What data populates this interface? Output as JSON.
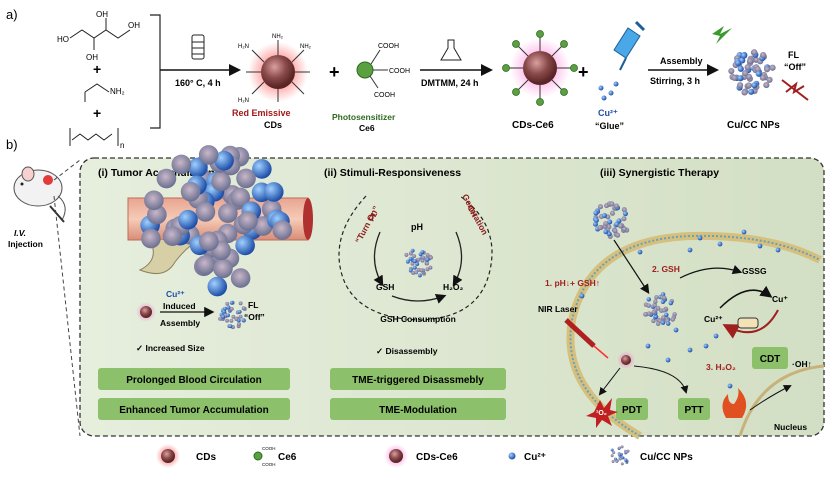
{
  "panel_a": {
    "label": "a)",
    "plus1": "+",
    "plus2": "+",
    "plus3": "+",
    "plus4": "+",
    "polymer_n": "n",
    "step1": "160° C, 4 h",
    "cds_label1": "Red Emissive",
    "cds_label2": "CDs",
    "ce6_label1": "Photosensitizer",
    "ce6_label2": "Ce6",
    "step2": "DMTMM, 24 h",
    "cds_ce6_label": "CDs-Ce6",
    "cu_label": "Cu²⁺",
    "glue_label": "“Glue”",
    "step3a": "Assembly",
    "step3b": "Stirring, 3 h",
    "nps_label": "Cu/CC NPs",
    "fl_label": "FL",
    "off_label": "“Off”",
    "chem_cooh1": "COOH",
    "chem_cooh2": "COOH",
    "chem_cooh3": "COOH",
    "chem_ho": "HO",
    "chem_oh": "OH",
    "chem_nh2": "NH₂",
    "chem_h2n": "H₂N"
  },
  "panel_b": {
    "label": "b)",
    "iv1": "I.V.",
    "iv2": "Injection",
    "sec1_title": "(i)  Tumor Accumulation",
    "sec2_title": "(ii)  Stimuli-Responsiveness",
    "sec3_title": "(iii)  Synergistic Therapy",
    "cu_induced": "Cu²⁺",
    "induced": "Induced",
    "assembly": "Assembly",
    "fl": "FL",
    "off": "“Off”",
    "increased_size": "✓ Increased Size",
    "box1": "Prolonged Blood Circulation",
    "box2": "Enhanced Tumor Accumulation",
    "ph": "pH",
    "turn_on": "“Turn On”",
    "fl_small": "FL",
    "oh_gen": "·OH",
    "generation": "Generation",
    "gsh": "GSH",
    "h2o2": "H₂O₂",
    "gsh_consumption": "GSH Consumption",
    "disassembly": "✓ Disassembly",
    "box3": "TME-triggered Disassmebly",
    "box4": "TME-Modulation",
    "step_ph": "1. pH↓+ GSH↑",
    "step_gsh": "2. GSH",
    "gssg": "GSSG",
    "cu2": "Cu²⁺",
    "cu1": "Cu⁺",
    "step_h2o2": "3. H₂O₂",
    "oh": "·OH↑",
    "nir": "NIR Laser",
    "cdt": "CDT",
    "pdt": "PDT",
    "ptt": "PTT",
    "o2": "¹O₂",
    "nucleus": "Nucleus"
  },
  "legend": {
    "cds": "CDs",
    "ce6": "Ce6",
    "cds_ce6": "CDs-Ce6",
    "cu": "Cu²⁺",
    "nps": "Cu/CC NPs",
    "cooh_a": "COOH",
    "cooh_b": "COOH"
  },
  "colors": {
    "dark_red": "#8b1a1a",
    "green_box": "#8cc06a",
    "panel_bg": "#dfe8d2",
    "cu_blue": "#1f5fbf"
  }
}
